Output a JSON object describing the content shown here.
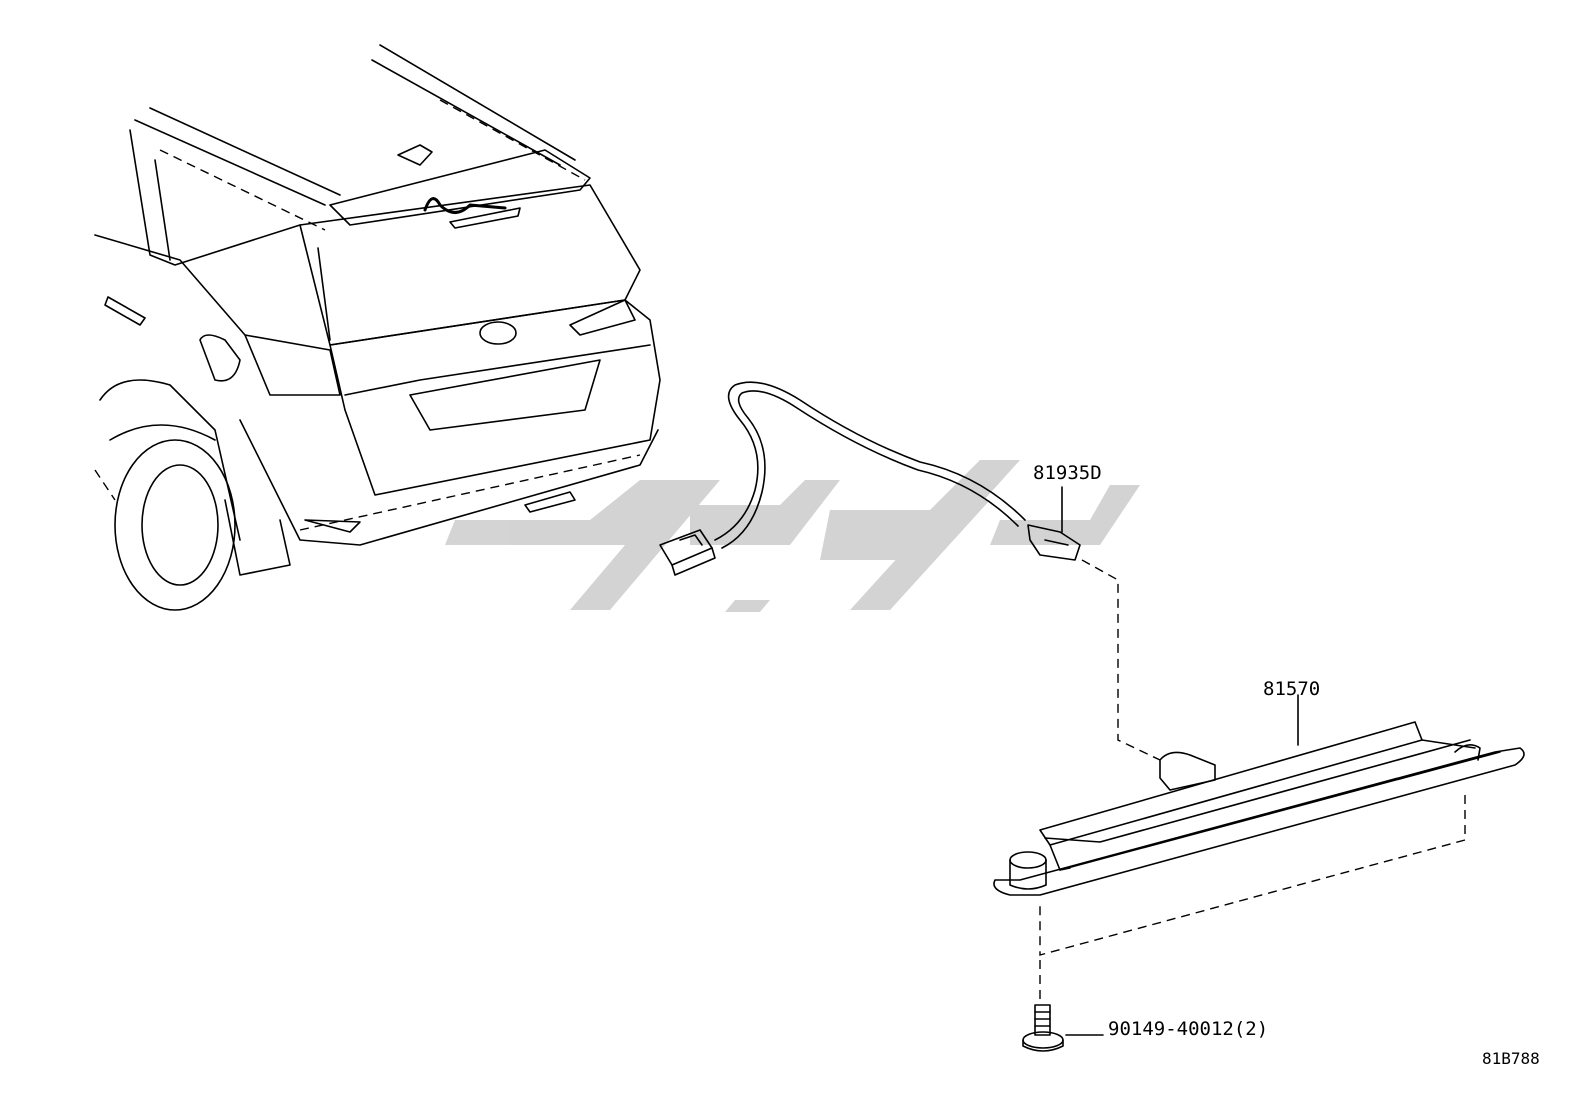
{
  "parts": {
    "wire_harness": "81935D",
    "stop_lamp": "81570",
    "bolt": "90149-40012(2)"
  },
  "illustration_code": "81B788"
}
